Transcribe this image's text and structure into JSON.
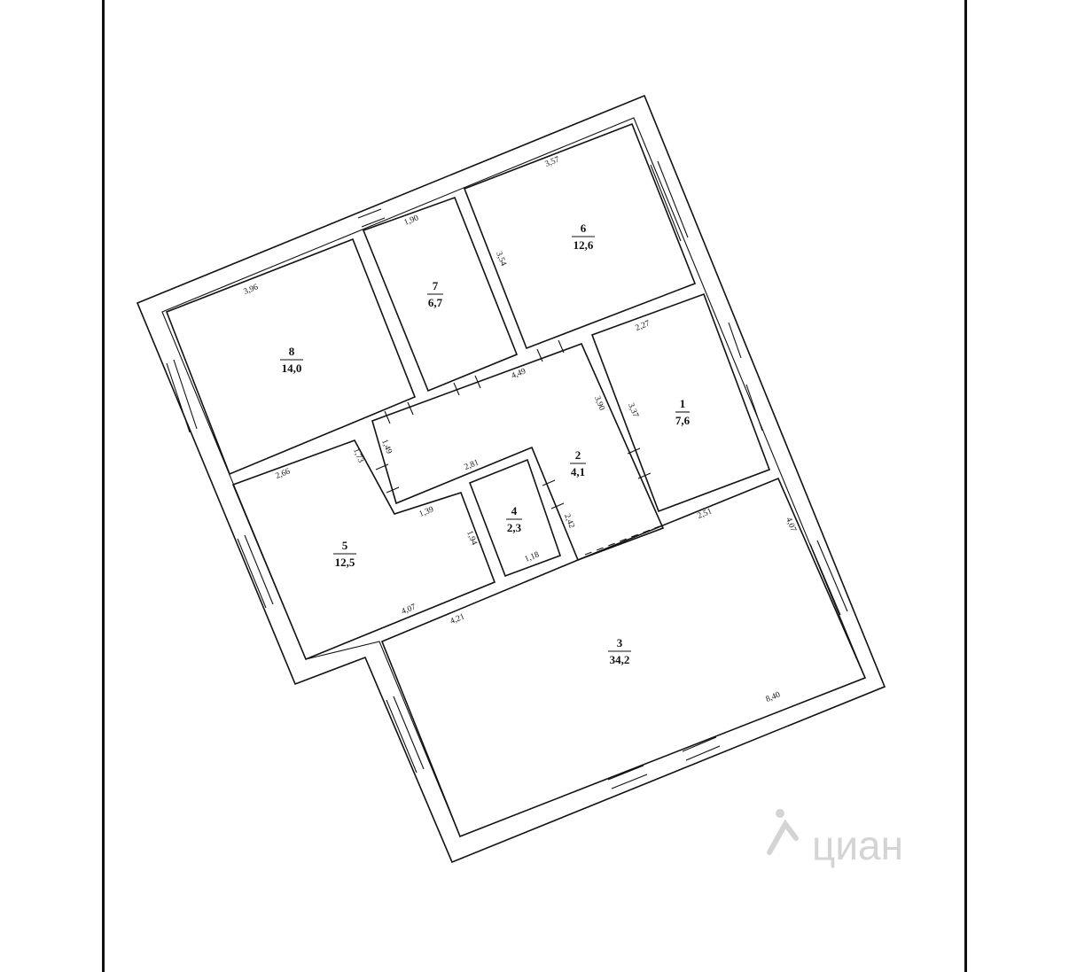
{
  "rooms": [
    {
      "id": "1",
      "number": "1",
      "area": "7,6"
    },
    {
      "id": "2",
      "number": "2",
      "area": "4,1"
    },
    {
      "id": "3",
      "number": "3",
      "area": "34,2"
    },
    {
      "id": "4",
      "number": "4",
      "area": "2,3"
    },
    {
      "id": "5",
      "number": "5",
      "area": "12,5"
    },
    {
      "id": "6",
      "number": "6",
      "area": "12,6"
    },
    {
      "id": "7",
      "number": "7",
      "area": "6,7"
    },
    {
      "id": "8",
      "number": "8",
      "area": "14,0"
    }
  ],
  "dimensions": {
    "r8_top": "3,96",
    "r7_top": "1,90",
    "r6_top": "3,57",
    "r6_left": "3,54",
    "r1_top": "2,27",
    "r1_left": "3,37",
    "r2_top": "4,49",
    "r2_right": "3,90",
    "r2_mid": "2,81",
    "r2_left": "1,49",
    "r5_top": "2,66",
    "r5_notch": "1,73",
    "r5_step": "1,39",
    "r5_right": "1,94",
    "r5_bottom": "4,07",
    "r4_right": "2,42",
    "r4_bottom": "1,18",
    "r3_top_right": "2,51",
    "r3_right": "4,07",
    "r3_top_left": "4,21",
    "r3_bottom": "8,40"
  },
  "watermark": "циан"
}
